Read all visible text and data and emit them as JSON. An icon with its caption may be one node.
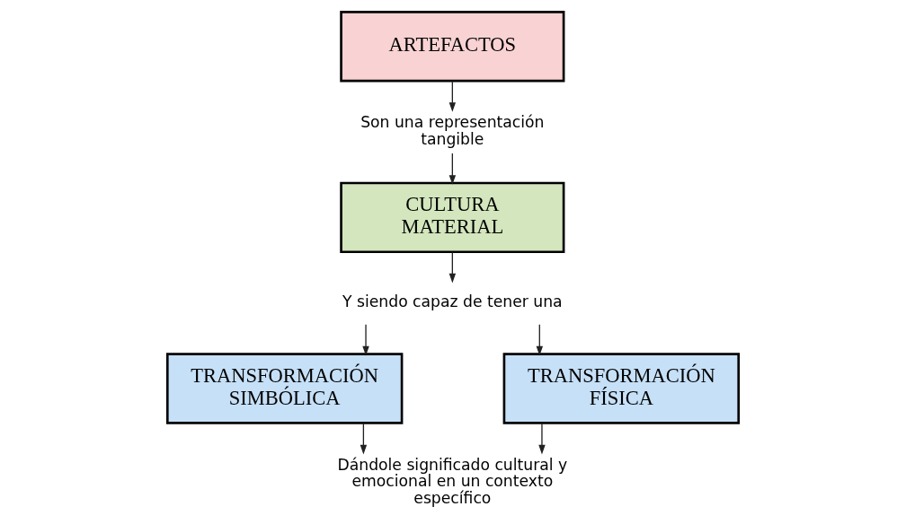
{
  "diagram": {
    "nodes": [
      {
        "text": [
          "ARTEFACTOS"
        ]
      },
      {
        "text": [
          "Son una representación tangible"
        ]
      },
      {
        "text": [
          "CULTURA MATERIAL"
        ]
      },
      {
        "text": [
          "Y siendo capaz de tener una"
        ]
      },
      {
        "text": [
          "TRANSFORMACIÓN SIMBÓLICA"
        ]
      },
      {
        "text": [
          "TRANSFORMACIÓN FÍSICA"
        ]
      },
      {
        "text": [
          "Dándole significado cultural y emocional en un contexto específico"
        ]
      }
    ],
    "edges": [
      {
        "from": 0,
        "to": 1,
        "arrow": "to"
      },
      {
        "from": 1,
        "to": 2,
        "arrow": "to"
      },
      {
        "from": 2,
        "to": 3,
        "arrow": "to"
      },
      {
        "from": 3,
        "to": 4,
        "arrow": "to"
      },
      {
        "from": 3,
        "to": 5,
        "arrow": "to"
      },
      {
        "from": 4,
        "to": 6,
        "arrow": "to"
      },
      {
        "from": 5,
        "to": 6,
        "arrow": "to"
      }
    ]
  }
}
